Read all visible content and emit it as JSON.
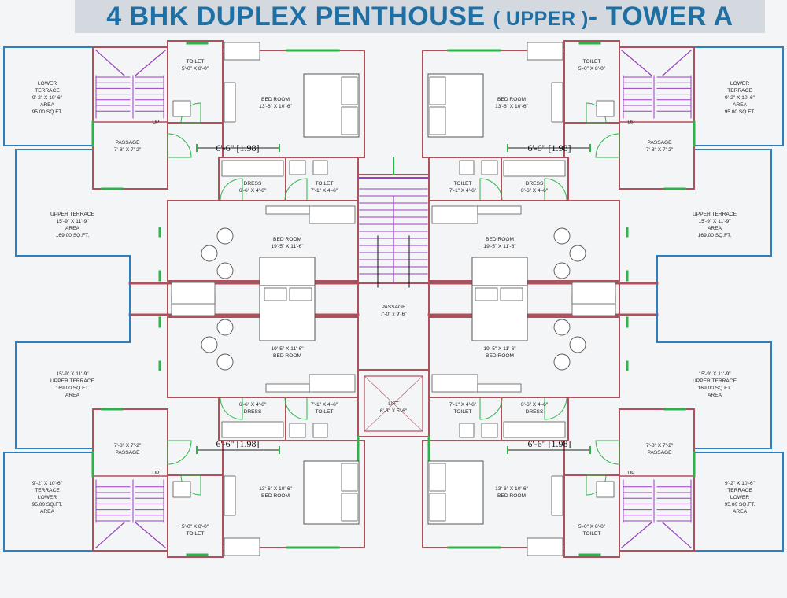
{
  "title": {
    "main_a": "4 BHK DUPLEX PENTHOUSE",
    "paren": "( UPPER )",
    "main_b": "- TOWER A"
  },
  "colors": {
    "wall": "#b0505a",
    "terrace": "#2f7fbf",
    "stair": "#9a3fc0",
    "window": "#2db34a",
    "furniture": "#555555",
    "title": "#1e6fa3"
  },
  "rooms": {
    "toilet_small": {
      "name": "TOILET",
      "size": "5'-0\" X 8'-0\""
    },
    "toilet_attached": {
      "name": "TOILET",
      "size": "7'-1\" X 4'-6\""
    },
    "dress": {
      "name": "DRESS",
      "size": "6'-6\" X 4'-6\""
    },
    "bedroom_small": {
      "name": "BED ROOM",
      "size": "13'-6\" X 10'-6\""
    },
    "bedroom_large": {
      "name": "BED ROOM",
      "size": "19'-5\" X 11'-6\""
    },
    "passage": {
      "name": "PASSAGE",
      "size": "7'-8\" X 7'-2\""
    },
    "passage_central": {
      "name": "PASSAGE",
      "size": "7'-0\" x 9'-6\""
    },
    "lift": {
      "name": "LIFT",
      "size": "6'-3\" X 5'-6\""
    },
    "lower_terrace": {
      "l1": "LOWER",
      "l2": "TERRACE",
      "size": "9'-2\" X 10'-6\"",
      "l3": "AREA",
      "area": "95.00 SQ.FT."
    },
    "upper_terrace": {
      "l1": "UPPER TERRACE",
      "size": "15'-9\" X 11'-9\"",
      "l3": "AREA",
      "area": "169.00 SQ.FT."
    },
    "up": "UP",
    "dimension": "6'-6\" [1.98]"
  }
}
